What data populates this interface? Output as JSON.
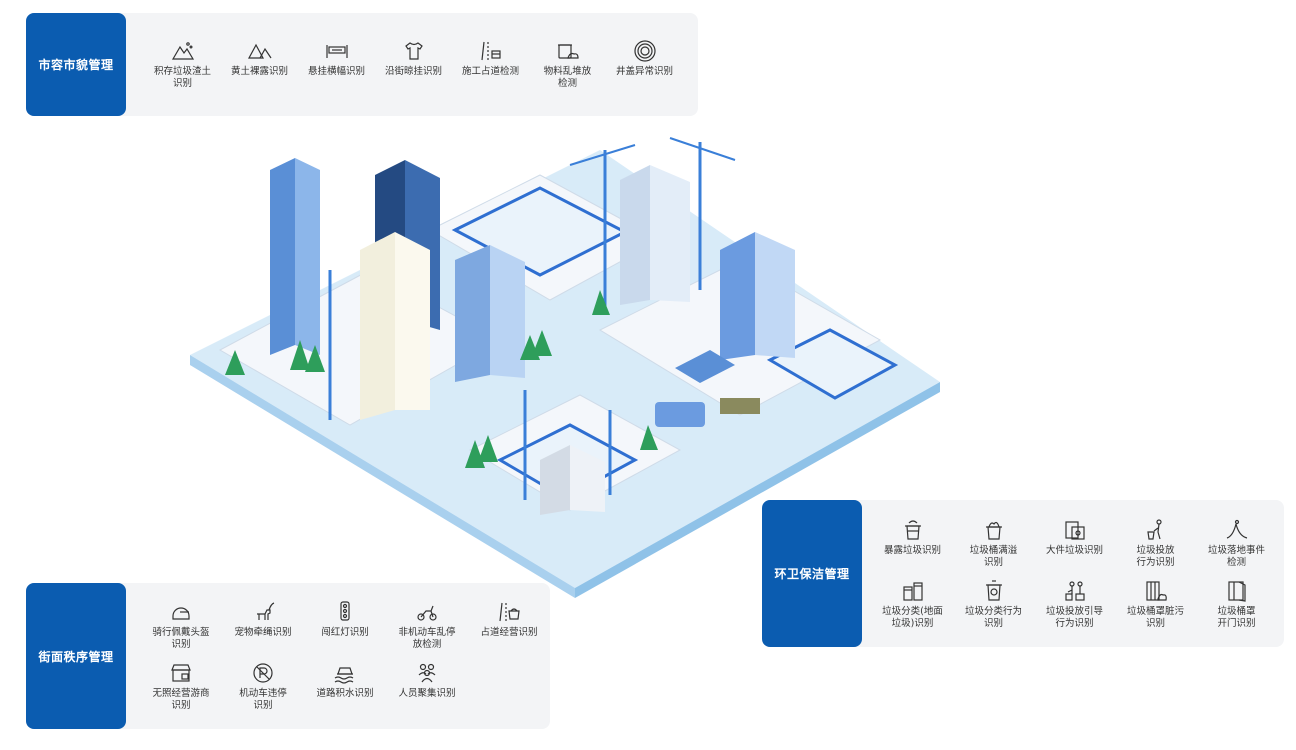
{
  "panels": {
    "top": {
      "title": "市容市貌管理",
      "items": [
        {
          "label": "积存垃圾渣土\n识别",
          "icon": "debris-pile-icon"
        },
        {
          "label": "黄土裸露识别",
          "icon": "bare-soil-icon"
        },
        {
          "label": "悬挂横幅识别",
          "icon": "banner-icon"
        },
        {
          "label": "沿街晾挂识别",
          "icon": "clothes-hanging-icon"
        },
        {
          "label": "施工占道检测",
          "icon": "road-construction-icon"
        },
        {
          "label": "物料乱堆放\n检测",
          "icon": "material-pile-icon"
        },
        {
          "label": "井盖异常识别",
          "icon": "manhole-cover-icon"
        }
      ]
    },
    "bottom_left": {
      "title": "街面秩序管理",
      "items": [
        {
          "label": "骑行佩戴头盔\n识别",
          "icon": "helmet-icon"
        },
        {
          "label": "宠物牵绳识别",
          "icon": "pet-leash-icon"
        },
        {
          "label": "闯红灯识别",
          "icon": "traffic-light-icon"
        },
        {
          "label": "非机动车乱停\n放检测",
          "icon": "scooter-icon"
        },
        {
          "label": "占道经营识别",
          "icon": "street-vendor-icon"
        },
        {
          "label": "无照经营游商\n识别",
          "icon": "unlicensed-vendor-icon"
        },
        {
          "label": "机动车违停\n识别",
          "icon": "no-parking-icon"
        },
        {
          "label": "道路积水识别",
          "icon": "flooded-road-icon"
        },
        {
          "label": "人员聚集识别",
          "icon": "crowd-icon"
        }
      ]
    },
    "bottom_right": {
      "title": "环卫保洁管理",
      "items": [
        {
          "label": "暴露垃圾识别",
          "icon": "exposed-garbage-icon"
        },
        {
          "label": "垃圾桶满溢\n识别",
          "icon": "bin-overflow-icon"
        },
        {
          "label": "大件垃圾识别",
          "icon": "bulky-waste-icon"
        },
        {
          "label": "垃圾投放\n行为识别",
          "icon": "garbage-disposal-icon"
        },
        {
          "label": "垃圾落地事件\n检测",
          "icon": "litter-ground-icon"
        },
        {
          "label": "垃圾分类(地面\n垃圾)识别",
          "icon": "garbage-sorting-icon"
        },
        {
          "label": "垃圾分类行为\n识别",
          "icon": "sorting-behavior-icon"
        },
        {
          "label": "垃圾投放引导\n行为识别",
          "icon": "disposal-guide-icon"
        },
        {
          "label": "垃圾桶罩脏污\n识别",
          "icon": "dirty-bin-cover-icon"
        },
        {
          "label": "垃圾桶罩\n开门识别",
          "icon": "bin-door-open-icon"
        }
      ]
    }
  },
  "colors": {
    "brand_blue": "#0b5cb0",
    "panel_bg": "#f3f4f6",
    "road_blue": "#cfe6f7",
    "building_blue": "#5a8fd6",
    "tree_green": "#2e9e5b"
  }
}
